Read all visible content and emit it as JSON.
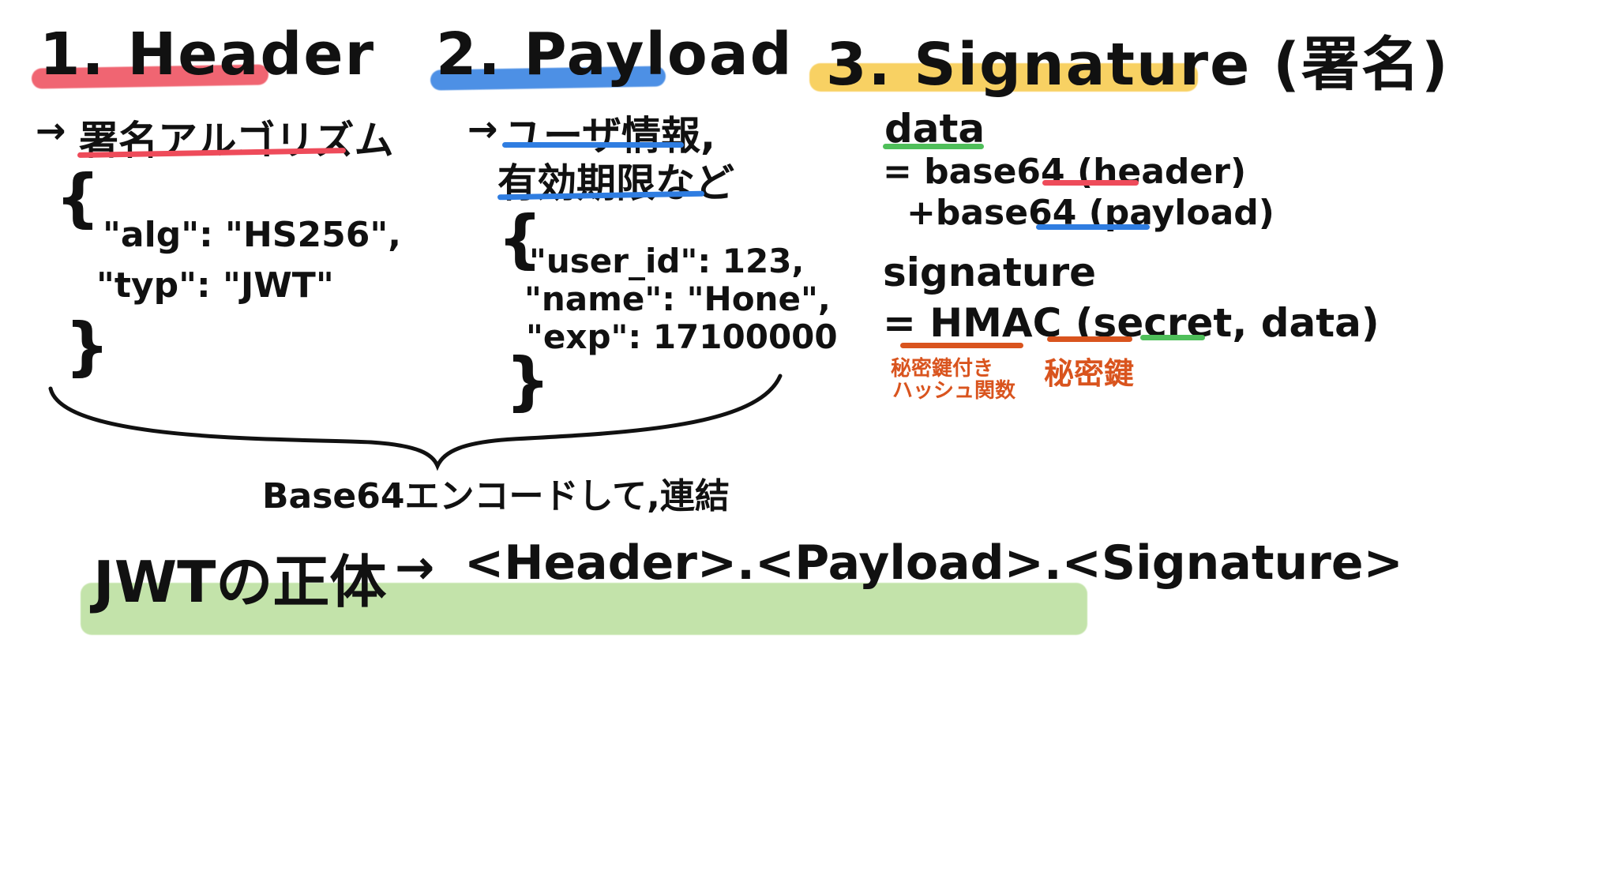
{
  "colors": {
    "red": "#ee4b5a",
    "blue": "#2f7de1",
    "yellow": "#f7c948",
    "green": "#4fbf5a",
    "green_band": "#b5dd95",
    "orange": "#d9541e"
  },
  "header": {
    "title": "1. Header",
    "arrow": "→",
    "subtitle": "署名アルゴリズム",
    "open": "{",
    "line1": "\"alg\": \"HS256\",",
    "line2": "\"typ\": \"JWT\"",
    "close": "}"
  },
  "payload": {
    "title": "2. Payload",
    "arrow": "→",
    "subtitle1": "ユーザ情報,",
    "subtitle2": "有効期限など",
    "open": "{",
    "line1": "\"user_id\": 123,",
    "line2": "\"name\": \"Hone\",",
    "line3": "\"exp\": 17100000",
    "close": "}"
  },
  "signature": {
    "title": "3. Signature (署名)",
    "data_label": "data",
    "data_eq1": "= base64 (header)",
    "data_eq2": "+base64 (payload)",
    "sig_label": "signature",
    "sig_eq": "= HMAC (secret, data)",
    "note_hmac_1": "秘密鍵付き",
    "note_hmac_2": "ハッシュ関数",
    "note_secret": "秘密鍵"
  },
  "brace_caption": "Base64エンコードして,連結",
  "bottom": {
    "label": "JWTの正体",
    "arrow": "→",
    "formula": "<Header>.<Payload>.<Signature>"
  }
}
